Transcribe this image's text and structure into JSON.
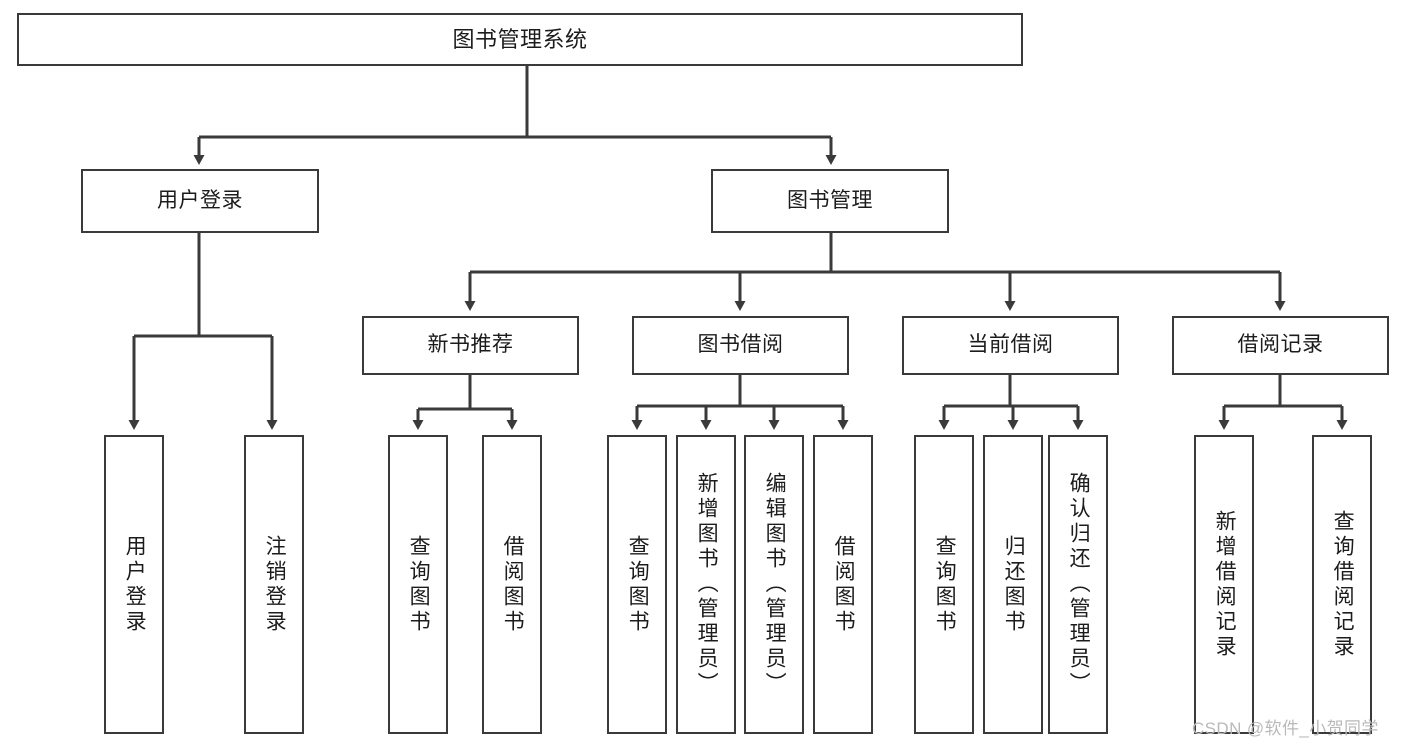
{
  "diagram": {
    "title": "图书管理系统",
    "type": "hierarchy-tree",
    "root": {
      "label": "图书管理系统"
    },
    "level2": [
      {
        "label": "用户登录"
      },
      {
        "label": "图书管理"
      }
    ],
    "level3": [
      {
        "label": "新书推荐"
      },
      {
        "label": "图书借阅"
      },
      {
        "label": "当前借阅"
      },
      {
        "label": "借阅记录"
      }
    ],
    "leaves": {
      "user_login": [
        {
          "label": "用户登录"
        },
        {
          "label": "注销登录"
        }
      ],
      "new_book_recommend": [
        {
          "label": "查询图书"
        },
        {
          "label": "借阅图书"
        }
      ],
      "book_borrow": [
        {
          "label": "查询图书"
        },
        {
          "label": "新增图书（管理员）"
        },
        {
          "label": "编辑图书（管理员）"
        },
        {
          "label": "借阅图书"
        }
      ],
      "current_borrow": [
        {
          "label": "查询图书"
        },
        {
          "label": "归还图书"
        },
        {
          "label": "确认归还（管理员）"
        }
      ],
      "borrow_record": [
        {
          "label": "新增借阅记录"
        },
        {
          "label": "查询借阅记录"
        }
      ]
    }
  },
  "watermark": {
    "text": "CSDN @软件_小贺同学"
  },
  "colors": {
    "border": "#3a3a3a",
    "background": "#ffffff",
    "text": "#1c1c1c",
    "edge": "#3a3a3a",
    "watermark": "#b9b9b9"
  }
}
